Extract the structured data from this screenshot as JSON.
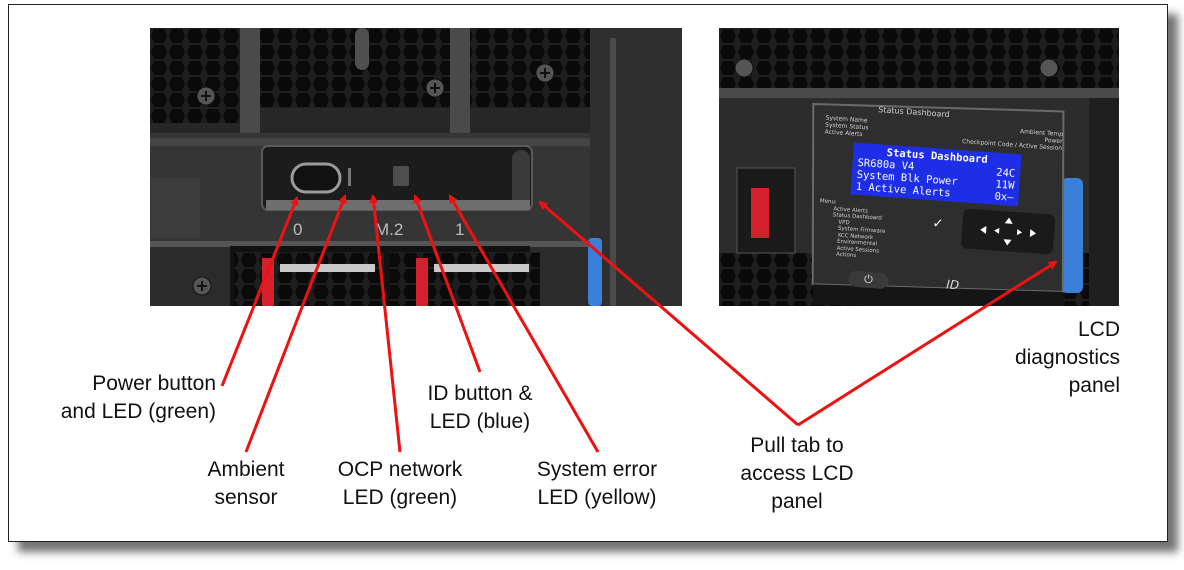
{
  "labels": {
    "power": [
      "Power button",
      "and LED (green)"
    ],
    "ambient": [
      "Ambient",
      "sensor"
    ],
    "ocp": [
      "OCP network",
      "LED (green)"
    ],
    "id": [
      "ID button &",
      "LED (blue)"
    ],
    "syserr": [
      "System error",
      "LED (yellow)"
    ],
    "pulltab": [
      "Pull tab to",
      "access LCD",
      "panel"
    ],
    "lcd": [
      "LCD",
      "diagnostics",
      "panel"
    ]
  },
  "left_photo": {
    "bay_labels": [
      "0",
      "M.2",
      "1"
    ]
  },
  "lcd_panel": {
    "header": "Status Dashboard",
    "info_left": [
      "System Name",
      "System Status",
      "Active Alerts"
    ],
    "info_right": [
      "Ambient Temp",
      "Power",
      "Checkpoint Code / Active Session"
    ],
    "screen_title": "Status Dashboard",
    "screen_rows": [
      [
        "SR680a V4",
        "24C"
      ],
      [
        "System Blk Power",
        "11W"
      ],
      [
        "1 Active Alerts",
        "0x—"
      ]
    ],
    "menu_title": "Menu:",
    "menu_items": [
      "Active Alerts",
      "Status Dashboard",
      "VPD",
      "System Firmware",
      "XCC Network",
      "Environmental",
      "Active Sessions",
      "Actions"
    ],
    "check_glyph": "✓",
    "id_label": "ID",
    "power_glyph": "⏻"
  },
  "colors": {
    "arrow": "#ee1111",
    "lcd_screen": "#1d2ee6",
    "lcd_text": "#ffffff",
    "chassis": "#2a2a2a",
    "blue_latch": "#3a7fd8",
    "red_latch": "#d4202c"
  }
}
